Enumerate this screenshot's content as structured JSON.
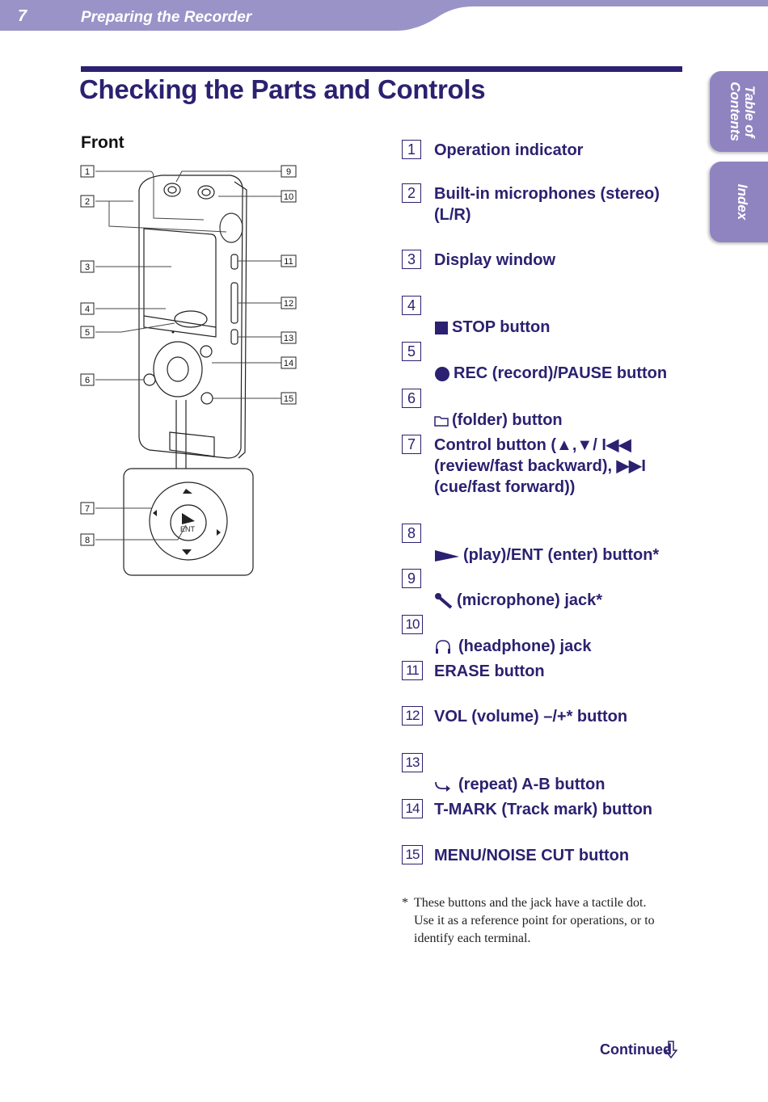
{
  "header": {
    "page_number": "7",
    "section": "Preparing the Recorder"
  },
  "side_tabs": {
    "toc": "Table of\nContents",
    "index": "Index"
  },
  "title": "Checking the Parts and Controls",
  "front_label": "Front",
  "diagram_callouts": [
    "1",
    "2",
    "3",
    "4",
    "5",
    "6",
    "7",
    "8",
    "9",
    "10",
    "11",
    "12",
    "13",
    "14",
    "15"
  ],
  "diagram_text": {
    "ent": "ENT"
  },
  "parts": [
    {
      "num": "1",
      "label": "Operation indicator"
    },
    {
      "num": "2",
      "label": "Built-in microphones (stereo)\n (L/R)"
    },
    {
      "num": "3",
      "label": "Display window"
    },
    {
      "num": "4",
      "label": "STOP button",
      "icon": "stop-square-icon"
    },
    {
      "num": "5",
      "label": "REC (record)/PAUSE button",
      "icon": "record-dot-icon"
    },
    {
      "num": "6",
      "label": "(folder) button",
      "icon": "folder-icon"
    },
    {
      "num": "7",
      "label": "Control button (▲,▼/ I◀◀\n(review/fast backward), ▶▶I\n(cue/fast forward))"
    },
    {
      "num": "8",
      "label": "(play)/ENT (enter) button*",
      "icon": "play-triangle-icon"
    },
    {
      "num": "9",
      "label": "(microphone) jack*",
      "icon": "microphone-icon"
    },
    {
      "num": "10",
      "label": "(headphone) jack",
      "icon": "headphone-icon"
    },
    {
      "num": "11",
      "label": "ERASE button"
    },
    {
      "num": "12",
      "label": "VOL (volume) –/+* button"
    },
    {
      "num": "13",
      "label": "(repeat) A-B button",
      "icon": "repeat-icon"
    },
    {
      "num": "14",
      "label": "T-MARK (Track mark) button"
    },
    {
      "num": "15",
      "label": "MENU/NOISE CUT button"
    }
  ],
  "footnote": {
    "marker": "*",
    "text": "These buttons and the jack have a tactile dot. Use it as a reference point for operations, or to identify each terminal."
  },
  "continued": "Continued",
  "colors": {
    "brand": "#2b2170",
    "tab": "#9084c0",
    "header": "#9a93c8"
  }
}
